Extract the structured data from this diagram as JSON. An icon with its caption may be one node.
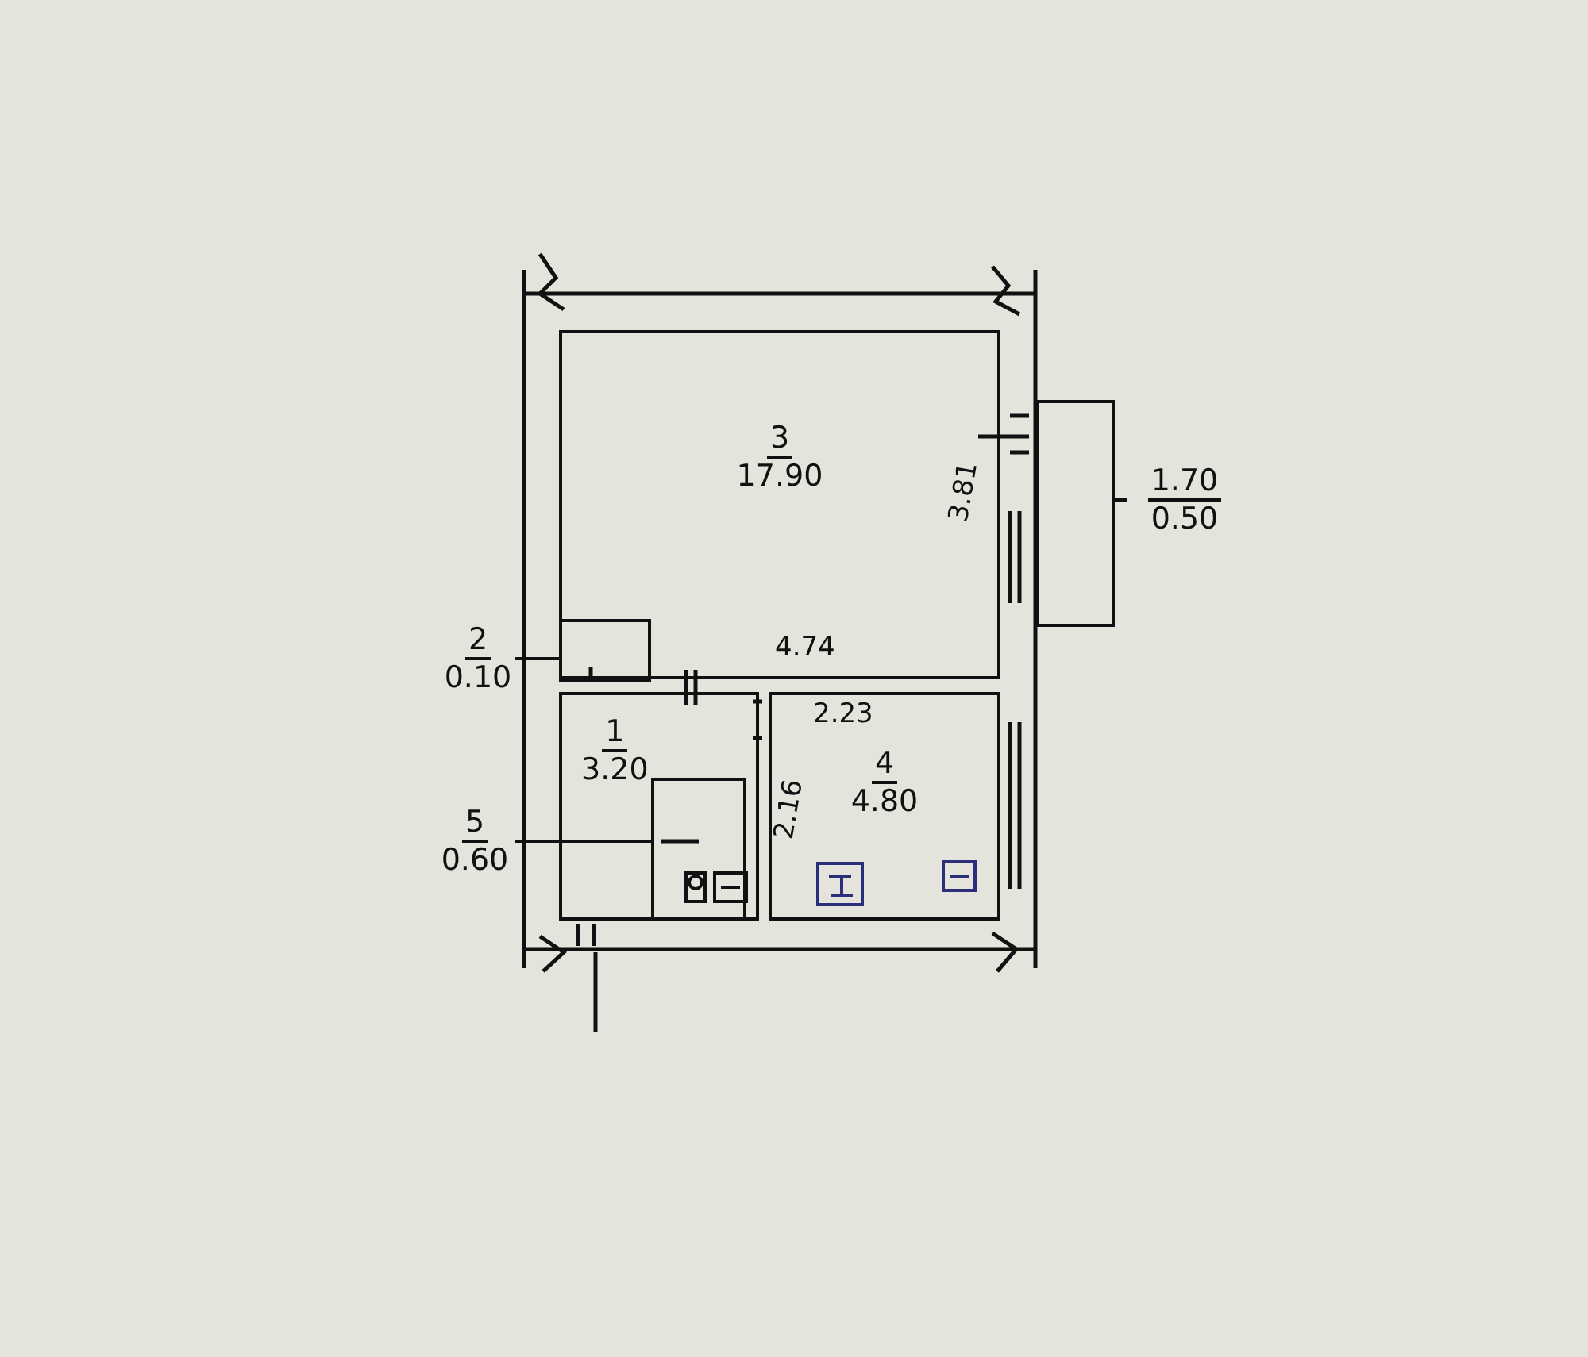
{
  "diagram": {
    "nodes": [
      {
        "text": [
          "3",
          "17.90"
        ]
      },
      {
        "text": [],
        "shape": "box",
        "in": 0
      },
      {
        "text": [
          "1",
          "3.20"
        ]
      },
      {
        "text": [
          "4",
          "4.80"
        ]
      },
      {
        "text": [],
        "shape": "box",
        "in": 2
      },
      {
        "text": [],
        "shape": "box"
      },
      {
        "text": [
          "2",
          "0.10"
        ]
      },
      {
        "text": [
          "5",
          "0.60"
        ]
      },
      {
        "text": [
          "1.70",
          "0.50"
        ]
      }
    ],
    "edges": [
      {
        "from": 6,
        "to": 1,
        "arrow": "none"
      },
      {
        "from": 7,
        "to": 4,
        "arrow": "none"
      },
      {
        "from": 8,
        "to": 5,
        "arrow": "none"
      }
    ],
    "labels": [
      "3.81",
      "4.74",
      "2.23",
      "2.16"
    ]
  }
}
